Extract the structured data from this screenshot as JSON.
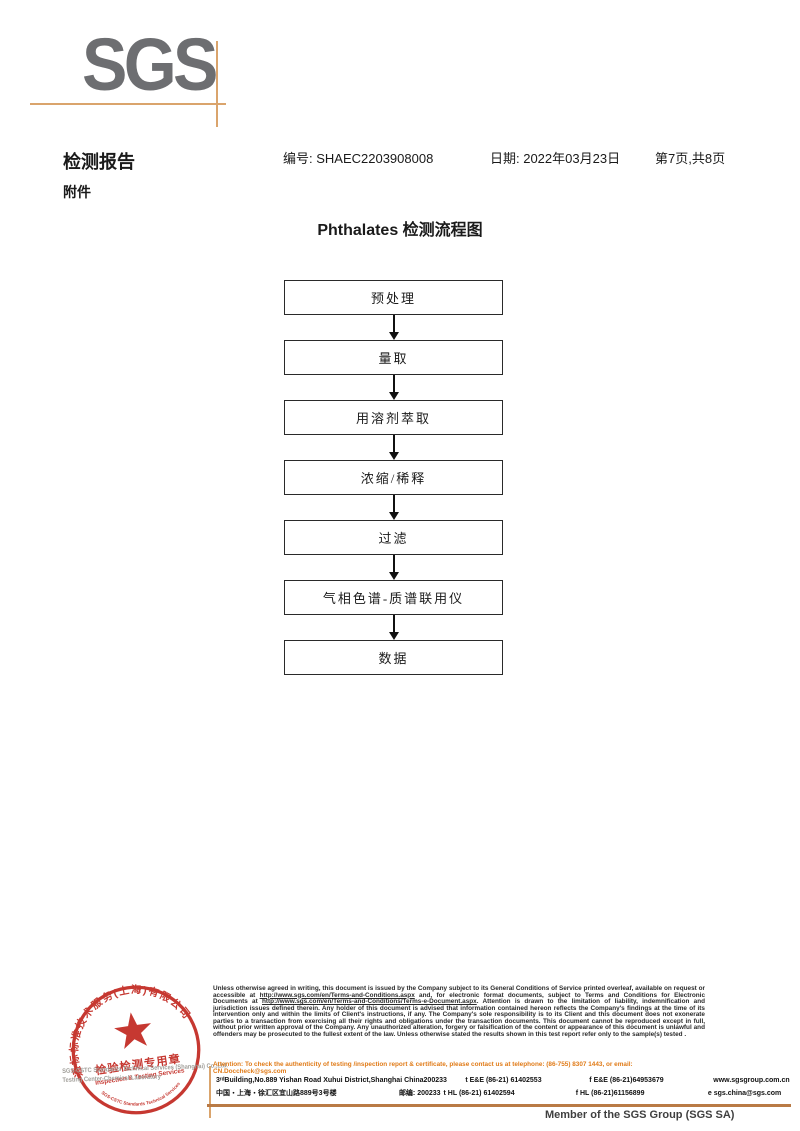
{
  "logo": {
    "text": "SGS"
  },
  "header": {
    "report_title": "检测报告",
    "report_no": "编号: SHAEC2203908008",
    "date": "日期: 2022年03月23日",
    "page_info": "第7页,共8页",
    "attachment_label": "附件"
  },
  "flowchart": {
    "title": "Phthalates 检测流程图",
    "steps": [
      "预处理",
      "量取",
      "用溶剂萃取",
      "浓缩/稀释",
      "过滤",
      "气相色谱-质谱联用仪",
      "数据"
    ]
  },
  "stamp": {
    "arc_company_cn": "通标标准技术服务(上海)有限公司",
    "center_line1": "检验检测专用章",
    "center_line2": "Inspection & Testing Services",
    "arc_company_en": "SGS-CSTC Standards Technical Services",
    "overlay_line1": "SGS-CSTC Standards Technical Services (Shanghai) Co.,Ltd.",
    "overlay_line2": "Testing Center-Chemical Laboratory",
    "red": "#c63831"
  },
  "footer": {
    "disclaimer_p1": "Unless otherwise agreed in writing, this document is issued by the Company subject to its General Conditions of Service printed overleaf, available on request or accessible at ",
    "disclaimer_link1": "http://www.sgs.com/en/Terms-and-Conditions.aspx",
    "disclaimer_p2": " and, for electronic format documents, subject to Terms and Conditions for Electronic Documents at ",
    "disclaimer_link2": "http://www.sgs.com/en/Terms-and-Conditions/Terms-e-Document.aspx",
    "disclaimer_p3": ". Attention is drawn to the limitation of liability, indemnification and jurisdiction issues defined therein. Any holder of this document is advised that information contained hereon reflects the Company's findings at the time of its intervention only and within the limits of Client's instructions, if any. The Company's sole responsibility is to its Client and this document does not exonerate parties to a transaction from exercising all their rights and obligations under the transaction documents. This document cannot be reproduced except in full, without prior written approval of the Company. Any unauthorized alteration, forgery or falsification of the content or appearance of this document is unlawful and offenders may be prosecuted to the fullest extent of the law. Unless otherwise stated the results shown in this test report refer only to the sample(s) tested .",
    "attention_line": "Attention: To check the authenticity of testing /inspection report & certificate, please contact us at telephone: (86-755) 8307 1443, or email: CN.Doccheck@sgs.com",
    "address_en": "3ʳᵈBuilding,No.889 Yishan Road Xuhui District,Shanghai China",
    "postcode1": "200233",
    "tel1": "t E&E (86-21) 61402553",
    "fax1": "f E&E (86-21)64953679",
    "web": "www.sgsgroup.com.cn",
    "address_cn": "中国・上海・徐汇区宜山路889号3号楼",
    "postcode2_label": "邮编: 200233",
    "tel2": "t HL (86-21) 61402594",
    "fax2": "f HL (86-21)61156899",
    "email": "e  sgs.china@sgs.com",
    "member_text": "Member of the SGS Group (SGS SA)",
    "accent_orange": "#e07b18",
    "rule_brown": "#b97a45",
    "crosshair_tan": "#daa46c"
  }
}
